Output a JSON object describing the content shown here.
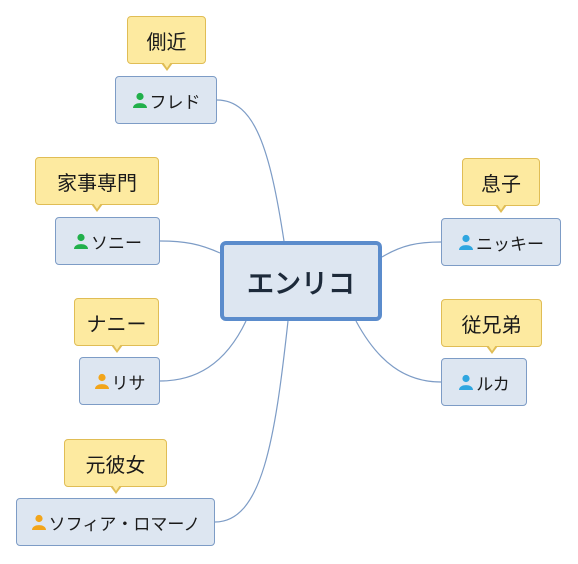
{
  "center": {
    "label": "エンリコ"
  },
  "nodes": [
    {
      "id": "fred",
      "label": "フレド",
      "icon": "person-green-icon",
      "icon_color": "#21b04b",
      "note": "側近"
    },
    {
      "id": "sonny",
      "label": "ソニー",
      "icon": "person-green-icon",
      "icon_color": "#21b04b",
      "note": "家事専門"
    },
    {
      "id": "lisa",
      "label": "リサ",
      "icon": "person-orange-icon",
      "icon_color": "#f2a51a",
      "note": "ナニー"
    },
    {
      "id": "sofia",
      "label": "ソフィア・ロマーノ",
      "icon": "person-orange-icon",
      "icon_color": "#f2a51a",
      "note": "元彼女"
    },
    {
      "id": "nicky",
      "label": "ニッキー",
      "icon": "person-blue-icon",
      "icon_color": "#2fa6e0",
      "note": "息子"
    },
    {
      "id": "luca",
      "label": "ルカ",
      "icon": "person-blue-icon",
      "icon_color": "#2fa6e0",
      "note": "従兄弟"
    }
  ],
  "colors": {
    "node_fill": "#dde6f1",
    "node_border": "#7d9cc6",
    "center_border": "#5b8ccc",
    "note_fill": "#fdeaa0",
    "note_border": "#e0bd55",
    "link": "#7d9cc6"
  }
}
